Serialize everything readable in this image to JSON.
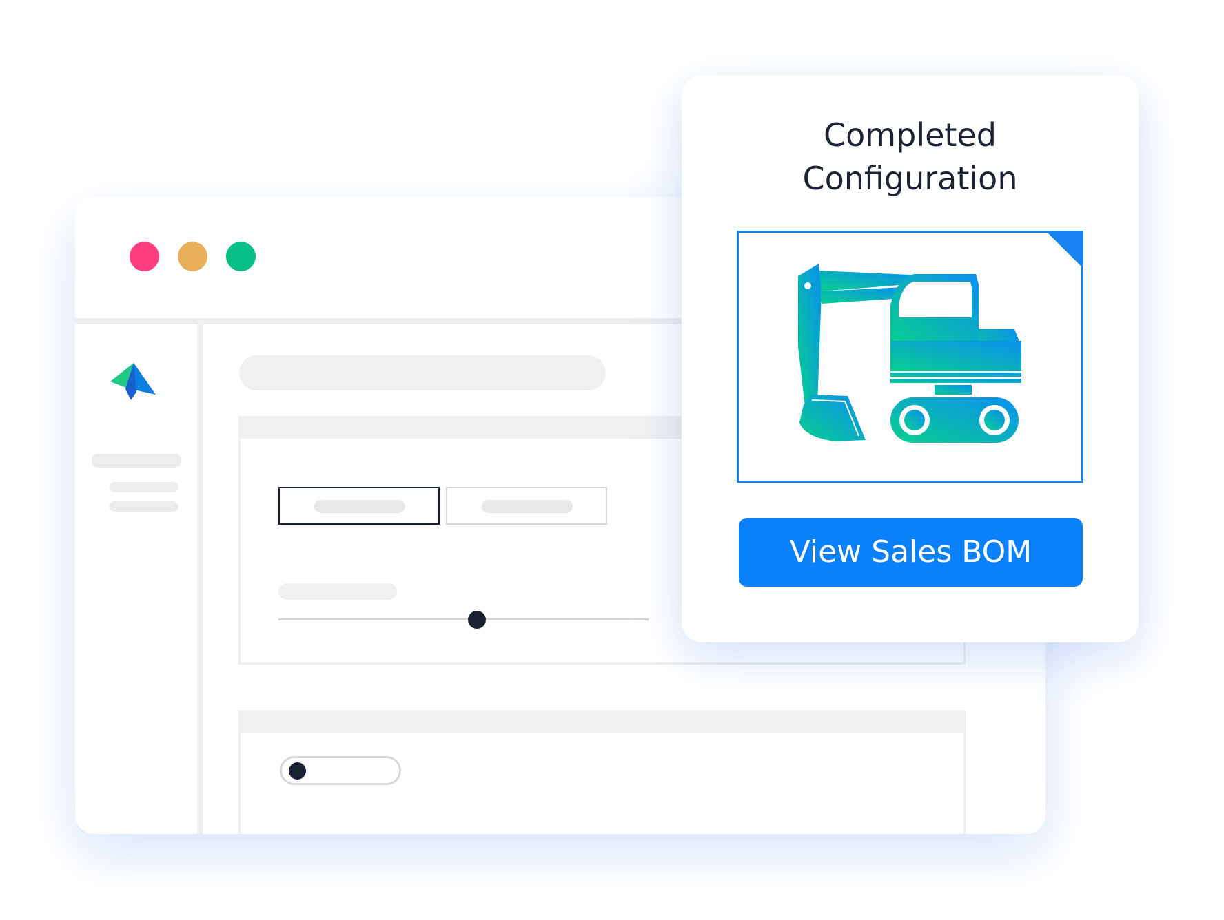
{
  "window": {
    "controls": [
      {
        "name": "close",
        "color": "#ff3d7f"
      },
      {
        "name": "minimize",
        "color": "#e8b05a"
      },
      {
        "name": "maximize",
        "color": "#08c085"
      }
    ]
  },
  "brand": {
    "logo_icon": "paper-plane-logo-icon",
    "colors": [
      "#1fc883",
      "#0a7fe0",
      "#1a5fcf"
    ]
  },
  "form": {
    "slider": {
      "value": 0.52
    },
    "toggle": {
      "on": false
    }
  },
  "card": {
    "title": "Completed\nConfiguration",
    "preview_icon": "excavator-icon",
    "button_label": "View Sales BOM",
    "accent": "#0a80fb",
    "frame_color": "#1783f2",
    "gradient": [
      "#08cf8e",
      "#0a8ff0"
    ]
  }
}
